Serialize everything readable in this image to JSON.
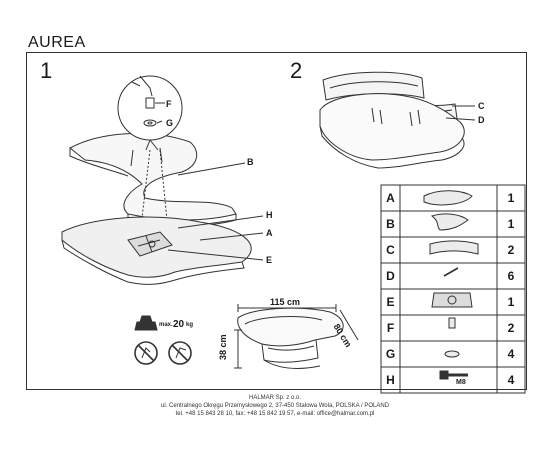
{
  "title": "AUREA",
  "steps": [
    "1",
    "2"
  ],
  "callouts": {
    "step1": [
      "F",
      "G",
      "B",
      "H",
      "A",
      "E"
    ],
    "step2": [
      "C",
      "D"
    ]
  },
  "dimensions": {
    "width": "115 cm",
    "depth": "80 cm",
    "height": "38 cm"
  },
  "max_load": {
    "label": "max.",
    "value": "20",
    "unit": "kg"
  },
  "parts": [
    {
      "letter": "A",
      "qty": "1"
    },
    {
      "letter": "B",
      "qty": "1"
    },
    {
      "letter": "C",
      "qty": "2"
    },
    {
      "letter": "D",
      "qty": "6"
    },
    {
      "letter": "E",
      "qty": "1"
    },
    {
      "letter": "F",
      "qty": "2"
    },
    {
      "letter": "G",
      "qty": "4"
    },
    {
      "letter": "H",
      "qty": "4",
      "note": "M8"
    }
  ],
  "footer": {
    "company": "HALMAR Sp. z o.o.",
    "address": "ul. Centralnego Okręgu Przemysłowego 2, 37-450 Stalowa Wola, POLSKA / POLAND",
    "contact": "tel. +48 15 843 28 10, fax: +48 15 842 19 57, e-mail: office@halmar.com.pl"
  },
  "colors": {
    "line": "#333333",
    "shade": "#e6e6e6"
  }
}
